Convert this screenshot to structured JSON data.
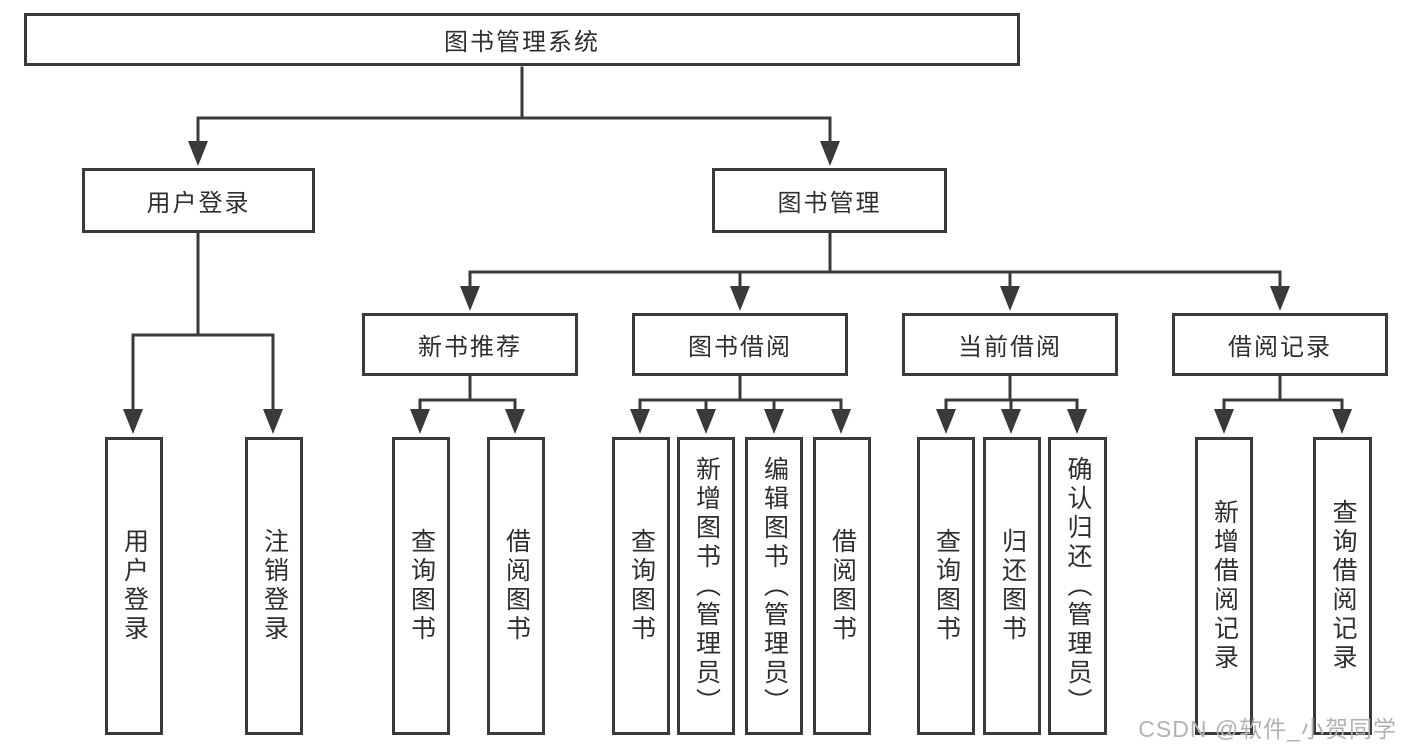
{
  "colors": {
    "line": "#3a3a3a",
    "node_border": "#3a3a3a",
    "text": "#2f2f2f",
    "watermark": "#b2b2b2",
    "background": "#ffffff"
  },
  "watermark": {
    "text": "CSDN @软件_小贺同学"
  },
  "tree": {
    "root": {
      "label": "图书管理系统"
    },
    "level1": [
      {
        "label": "用户登录"
      },
      {
        "label": "图书管理"
      }
    ],
    "level2": [
      {
        "label": "新书推荐"
      },
      {
        "label": "图书借阅"
      },
      {
        "label": "当前借阅"
      },
      {
        "label": "借阅记录"
      }
    ],
    "leaves": {
      "user_login": [
        "用户登录",
        "注销登录"
      ],
      "new_books": [
        "查询图书",
        "借阅图书"
      ],
      "book_borrow": [
        "查询图书",
        "新增图书（管理员）",
        "编辑图书（管理员）",
        "借阅图书"
      ],
      "current_borrow": [
        "查询图书",
        "归还图书",
        "确认归还（管理员）"
      ],
      "borrow_records": [
        "新增借阅记录",
        "查询借阅记录"
      ]
    }
  }
}
